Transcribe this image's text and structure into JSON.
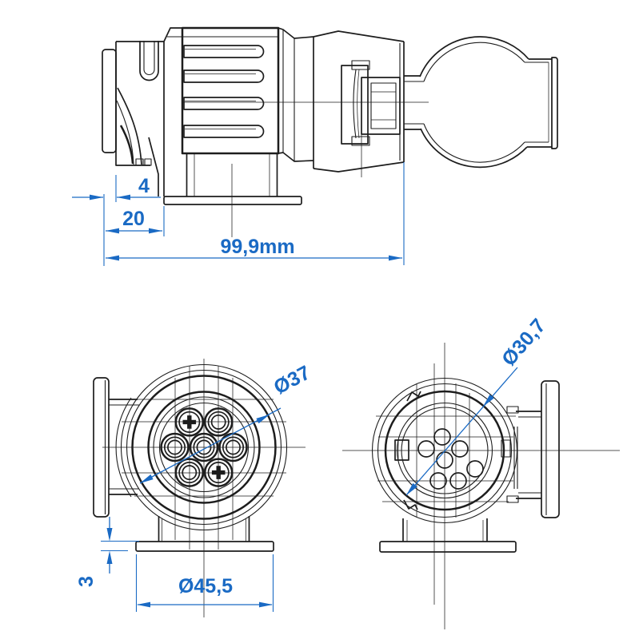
{
  "drawing": {
    "views": {
      "side_view": "side view of 7-to-13 pin trailer adapter",
      "front_view": "front view of 7-pin plug face",
      "rear_view": "rear view of 13-pin socket face"
    },
    "dimensions": {
      "lip_width": "4",
      "cap_length": "20",
      "total_length": "99,9mm",
      "plug_diameter": "Ø37",
      "flange_diameter": "Ø45,5",
      "flange_thickness": "3",
      "socket_diameter": "Ø30,7"
    },
    "colors": {
      "dimension_blue": "#1a6ac4",
      "line_black": "#1d1d1d",
      "background": "#ffffff"
    }
  }
}
